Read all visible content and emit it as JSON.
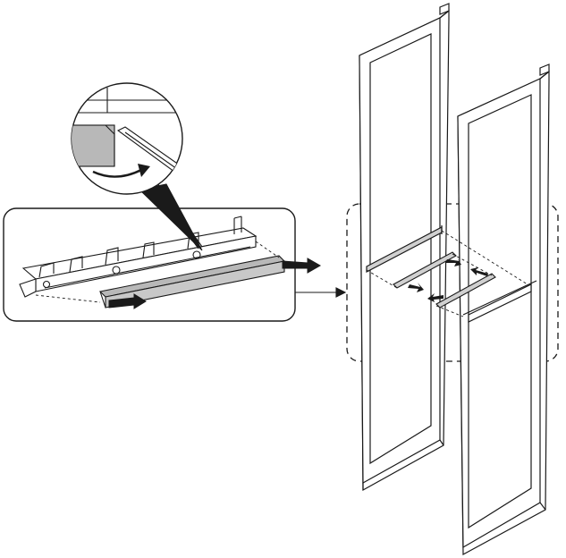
{
  "figure": {
    "kind": "assembly-instruction",
    "colors": {
      "line": "#1a1a1a",
      "background": "#ffffff",
      "callout_fill": "#ffffff",
      "trim_fill": "#b8b8b8",
      "part_fill": "#d0d0d0",
      "arrow_fill": "#1a1a1a",
      "frame_fill": "#ffffff"
    },
    "icons": {
      "magnifier": "zoom-circle",
      "tool": "flathead-screwdriver",
      "motion": "rotate-arrow",
      "direction": "pull-arrow"
    }
  }
}
